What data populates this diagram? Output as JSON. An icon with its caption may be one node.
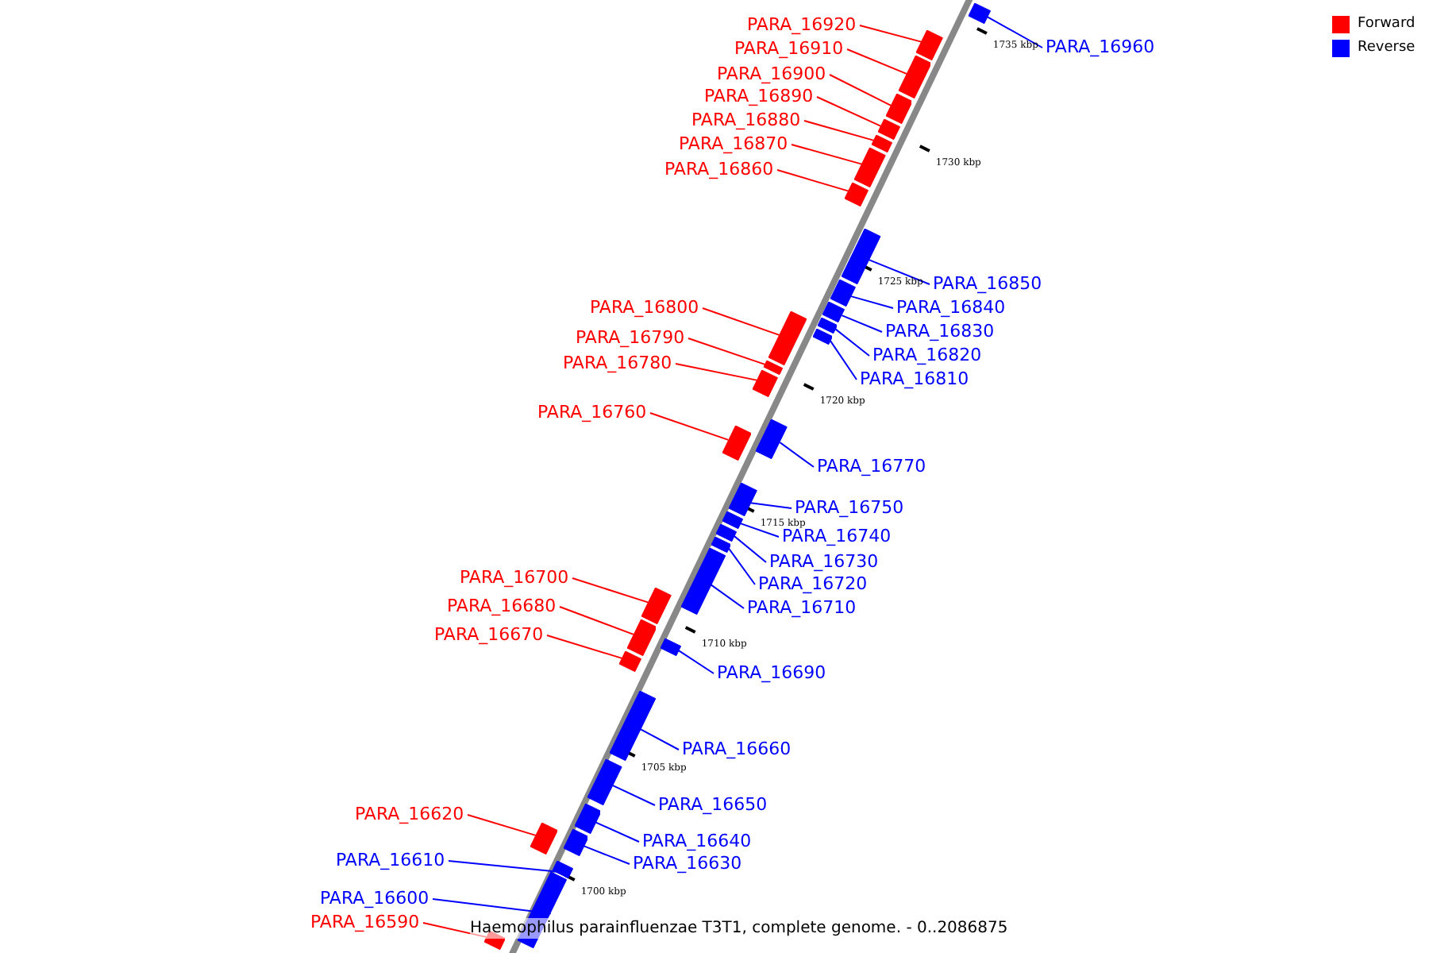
{
  "diagram": {
    "caption": "Haemophilus parainfluenzae T3T1, complete genome. - 0..2086875",
    "nodes": [
      {
        "text": [
          "PARA_16920"
        ]
      },
      {
        "text": [],
        "shape": "bar"
      },
      {
        "text": [
          "PARA_16960"
        ]
      },
      {
        "text": [],
        "shape": "bar"
      },
      {
        "text": [
          "PARA_16910"
        ]
      },
      {
        "text": [],
        "shape": "bar"
      },
      {
        "text": [
          "PARA_16900"
        ]
      },
      {
        "text": [],
        "shape": "bar"
      },
      {
        "text": [
          "PARA_16890"
        ]
      },
      {
        "text": [],
        "shape": "bar"
      },
      {
        "text": [
          "PARA_16880"
        ]
      },
      {
        "text": [],
        "shape": "bar"
      },
      {
        "text": [
          "PARA_16870"
        ]
      },
      {
        "text": [],
        "shape": "bar"
      },
      {
        "text": [
          "PARA_16860"
        ]
      },
      {
        "text": [],
        "shape": "bar"
      },
      {
        "text": [
          "PARA_16850"
        ]
      },
      {
        "text": [],
        "shape": "bar"
      },
      {
        "text": [
          "PARA_16840"
        ]
      },
      {
        "text": [],
        "shape": "bar"
      },
      {
        "text": [
          "PARA_16800"
        ]
      },
      {
        "text": [],
        "shape": "bar"
      },
      {
        "text": [
          "PARA_16830"
        ]
      },
      {
        "text": [],
        "shape": "bar"
      },
      {
        "text": [
          "PARA_16790"
        ]
      },
      {
        "text": [],
        "shape": "bar"
      },
      {
        "text": [
          "PARA_16820"
        ]
      },
      {
        "text": [],
        "shape": "bar"
      },
      {
        "text": [
          "PARA_16780"
        ]
      },
      {
        "text": [],
        "shape": "bar"
      },
      {
        "text": [
          "PARA_16810"
        ]
      },
      {
        "text": [],
        "shape": "bar"
      },
      {
        "text": [
          "PARA_16760"
        ]
      },
      {
        "text": [],
        "shape": "bar"
      },
      {
        "text": [
          "PARA_16770"
        ]
      },
      {
        "text": [],
        "shape": "bar"
      },
      {
        "text": [
          "PARA_16750"
        ]
      },
      {
        "text": [],
        "shape": "bar"
      },
      {
        "text": [
          "PARA_16740"
        ]
      },
      {
        "text": [],
        "shape": "bar"
      },
      {
        "text": [
          "PARA_16730"
        ]
      },
      {
        "text": [],
        "shape": "bar"
      },
      {
        "text": [
          "PARA_16700"
        ]
      },
      {
        "text": [],
        "shape": "bar"
      },
      {
        "text": [
          "PARA_16720"
        ]
      },
      {
        "text": [],
        "shape": "bar"
      },
      {
        "text": [
          "PARA_16680"
        ]
      },
      {
        "text": [],
        "shape": "bar"
      },
      {
        "text": [
          "PARA_16710"
        ]
      },
      {
        "text": [],
        "shape": "bar"
      },
      {
        "text": [
          "PARA_16670"
        ]
      },
      {
        "text": [],
        "shape": "bar"
      },
      {
        "text": [
          "PARA_16690"
        ]
      },
      {
        "text": [],
        "shape": "bar"
      },
      {
        "text": [
          "PARA_16660"
        ]
      },
      {
        "text": [],
        "shape": "bar"
      },
      {
        "text": [
          "PARA_16650"
        ]
      },
      {
        "text": [],
        "shape": "bar"
      },
      {
        "text": [
          "PARA_16620"
        ]
      },
      {
        "text": [],
        "shape": "bar"
      },
      {
        "text": [
          "PARA_16640"
        ]
      },
      {
        "text": [],
        "shape": "bar"
      },
      {
        "text": [
          "PARA_16610"
        ]
      },
      {
        "text": [],
        "shape": "bar"
      },
      {
        "text": [
          "PARA_16630"
        ]
      },
      {
        "text": [],
        "shape": "bar"
      },
      {
        "text": [
          "PARA_16600"
        ]
      },
      {
        "text": [],
        "shape": "bar"
      },
      {
        "text": [
          "PARA_16590"
        ]
      },
      {
        "text": [],
        "shape": "bar"
      }
    ],
    "edges": [
      {
        "from": 0,
        "to": 1,
        "arrow": "none",
        "color": "#ff0000"
      },
      {
        "from": 2,
        "to": 3,
        "arrow": "none"
      },
      {
        "from": 4,
        "to": 5,
        "arrow": "none",
        "color": "#ff0000"
      },
      {
        "from": 6,
        "to": 7,
        "arrow": "none",
        "color": "#ff0000"
      },
      {
        "from": 8,
        "to": 9,
        "arrow": "none",
        "color": "#ff0000"
      },
      {
        "from": 10,
        "to": 11,
        "arrow": "none",
        "color": "#ff0000"
      },
      {
        "from": 12,
        "to": 13,
        "arrow": "none",
        "color": "#ff0000"
      },
      {
        "from": 14,
        "to": 15,
        "arrow": "none",
        "color": "#ff0000"
      },
      {
        "from": 16,
        "to": 17,
        "arrow": "none"
      },
      {
        "from": 18,
        "to": 19,
        "arrow": "none"
      },
      {
        "from": 20,
        "to": 21,
        "arrow": "none",
        "color": "#ff0000"
      },
      {
        "from": 22,
        "to": 23,
        "arrow": "none"
      },
      {
        "from": 24,
        "to": 25,
        "arrow": "none",
        "color": "#ff0000"
      },
      {
        "from": 26,
        "to": 27,
        "arrow": "none"
      },
      {
        "from": 28,
        "to": 29,
        "arrow": "none",
        "color": "#ff0000"
      },
      {
        "from": 30,
        "to": 31,
        "arrow": "none"
      },
      {
        "from": 32,
        "to": 33,
        "arrow": "none",
        "color": "#ff0000"
      },
      {
        "from": 34,
        "to": 35,
        "arrow": "none"
      },
      {
        "from": 36,
        "to": 37,
        "arrow": "none"
      },
      {
        "from": 38,
        "to": 39,
        "arrow": "none"
      },
      {
        "from": 40,
        "to": 41,
        "arrow": "none"
      },
      {
        "from": 42,
        "to": 43,
        "arrow": "none",
        "color": "#ff0000"
      },
      {
        "from": 44,
        "to": 45,
        "arrow": "none"
      },
      {
        "from": 46,
        "to": 47,
        "arrow": "none",
        "color": "#ff0000"
      },
      {
        "from": 48,
        "to": 49,
        "arrow": "none"
      },
      {
        "from": 50,
        "to": 51,
        "arrow": "none",
        "color": "#ff0000"
      },
      {
        "from": 52,
        "to": 53,
        "arrow": "none"
      },
      {
        "from": 54,
        "to": 55,
        "arrow": "none"
      },
      {
        "from": 56,
        "to": 57,
        "arrow": "none"
      },
      {
        "from": 58,
        "to": 59,
        "arrow": "none",
        "color": "#ff0000"
      },
      {
        "from": 60,
        "to": 61,
        "arrow": "none"
      },
      {
        "from": 62,
        "to": 63,
        "arrow": "none"
      },
      {
        "from": 64,
        "to": 65,
        "arrow": "none"
      },
      {
        "from": 66,
        "to": 67,
        "arrow": "none"
      },
      {
        "from": 68,
        "to": 69,
        "arrow": "none",
        "color": "#ff0000"
      }
    ],
    "labels": [
      "1735 kbp",
      "1730 kbp",
      "1725 kbp",
      "1720 kbp",
      "1715 kbp",
      "1710 kbp",
      "1705 kbp",
      "1700 kbp"
    ],
    "legend": [
      {
        "text": "Forward",
        "color": "#ff0000"
      },
      {
        "text": "Reverse",
        "color": "#0000ff"
      }
    ]
  }
}
